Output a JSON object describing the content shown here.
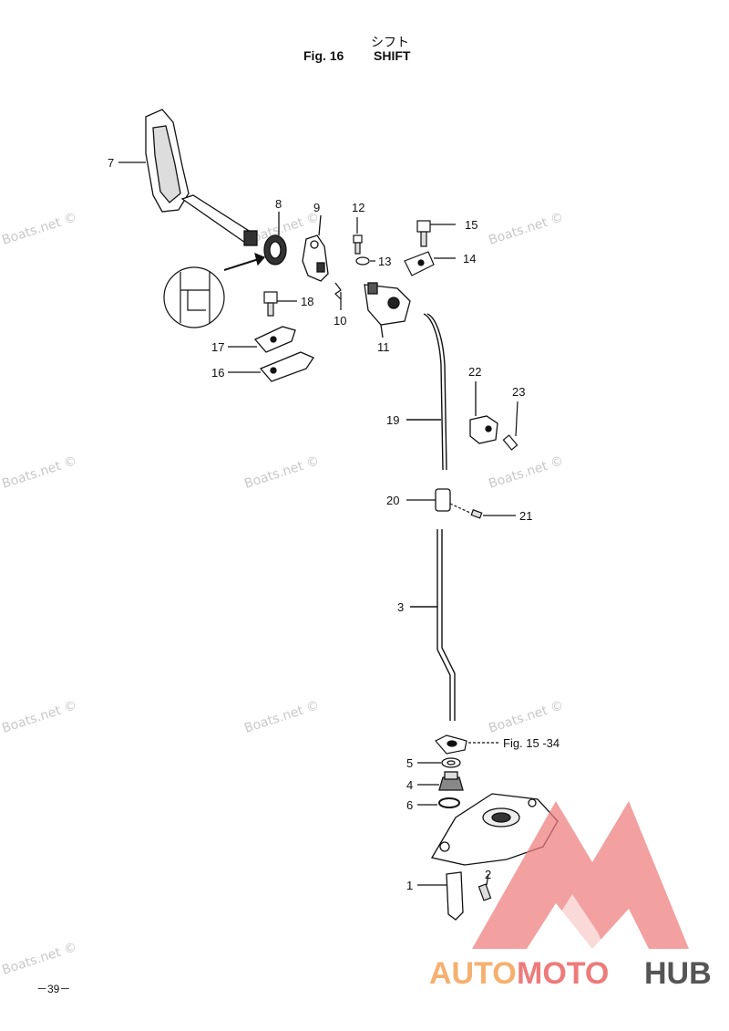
{
  "header": {
    "title_jp": "シフト",
    "fig_label": "Fig. 16",
    "title_en": "SHIFT"
  },
  "page_number": "－39－",
  "watermark": "Boats.net ©",
  "brand": {
    "part1": "AUTO",
    "part2": "MOTO",
    "part3": "HUB",
    "color_auto": "#f5b070",
    "color_moto": "#ee7b7b",
    "color_hub": "#555555"
  },
  "callouts": {
    "c1": "1",
    "c2": "2",
    "c3": "3",
    "c4": "4",
    "c5": "5",
    "c6": "6",
    "c7": "7",
    "c8": "8",
    "c9": "9",
    "c10": "10",
    "c11": "11",
    "c12": "12",
    "c13": "13",
    "c14": "14",
    "c15": "15",
    "c16": "16",
    "c17": "17",
    "c18": "18",
    "c19": "19",
    "c20": "20",
    "c21": "21",
    "c22": "22",
    "c23": "23",
    "ref": "Fig. 15 -34"
  }
}
